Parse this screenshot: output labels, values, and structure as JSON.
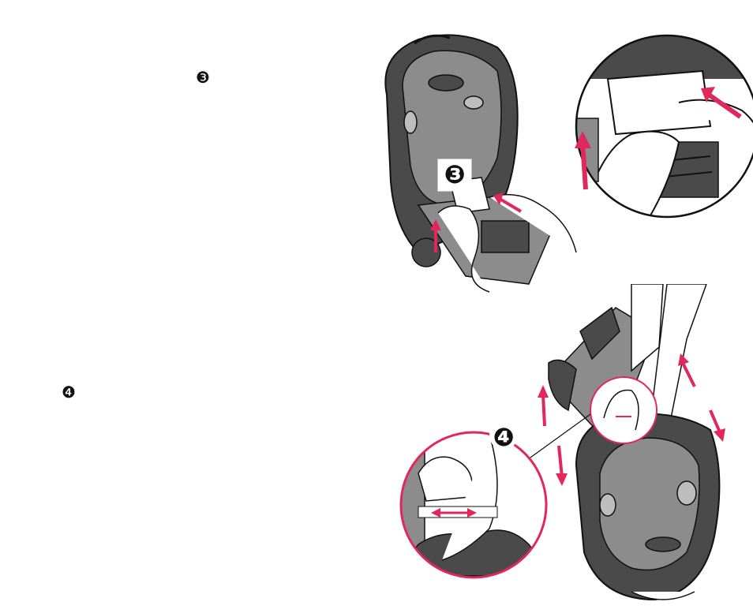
{
  "step3": {
    "ref_glyph": "❸",
    "callout_glyph": "❸"
  },
  "step4": {
    "ref_glyph": "❹",
    "callout_glyph": "❹"
  },
  "colors": {
    "accent": "#e0285c",
    "seat_dark": "#4a4a4a",
    "seat_mid": "#8c8c8c",
    "seat_light": "#bdbdbd",
    "line": "#111111"
  }
}
